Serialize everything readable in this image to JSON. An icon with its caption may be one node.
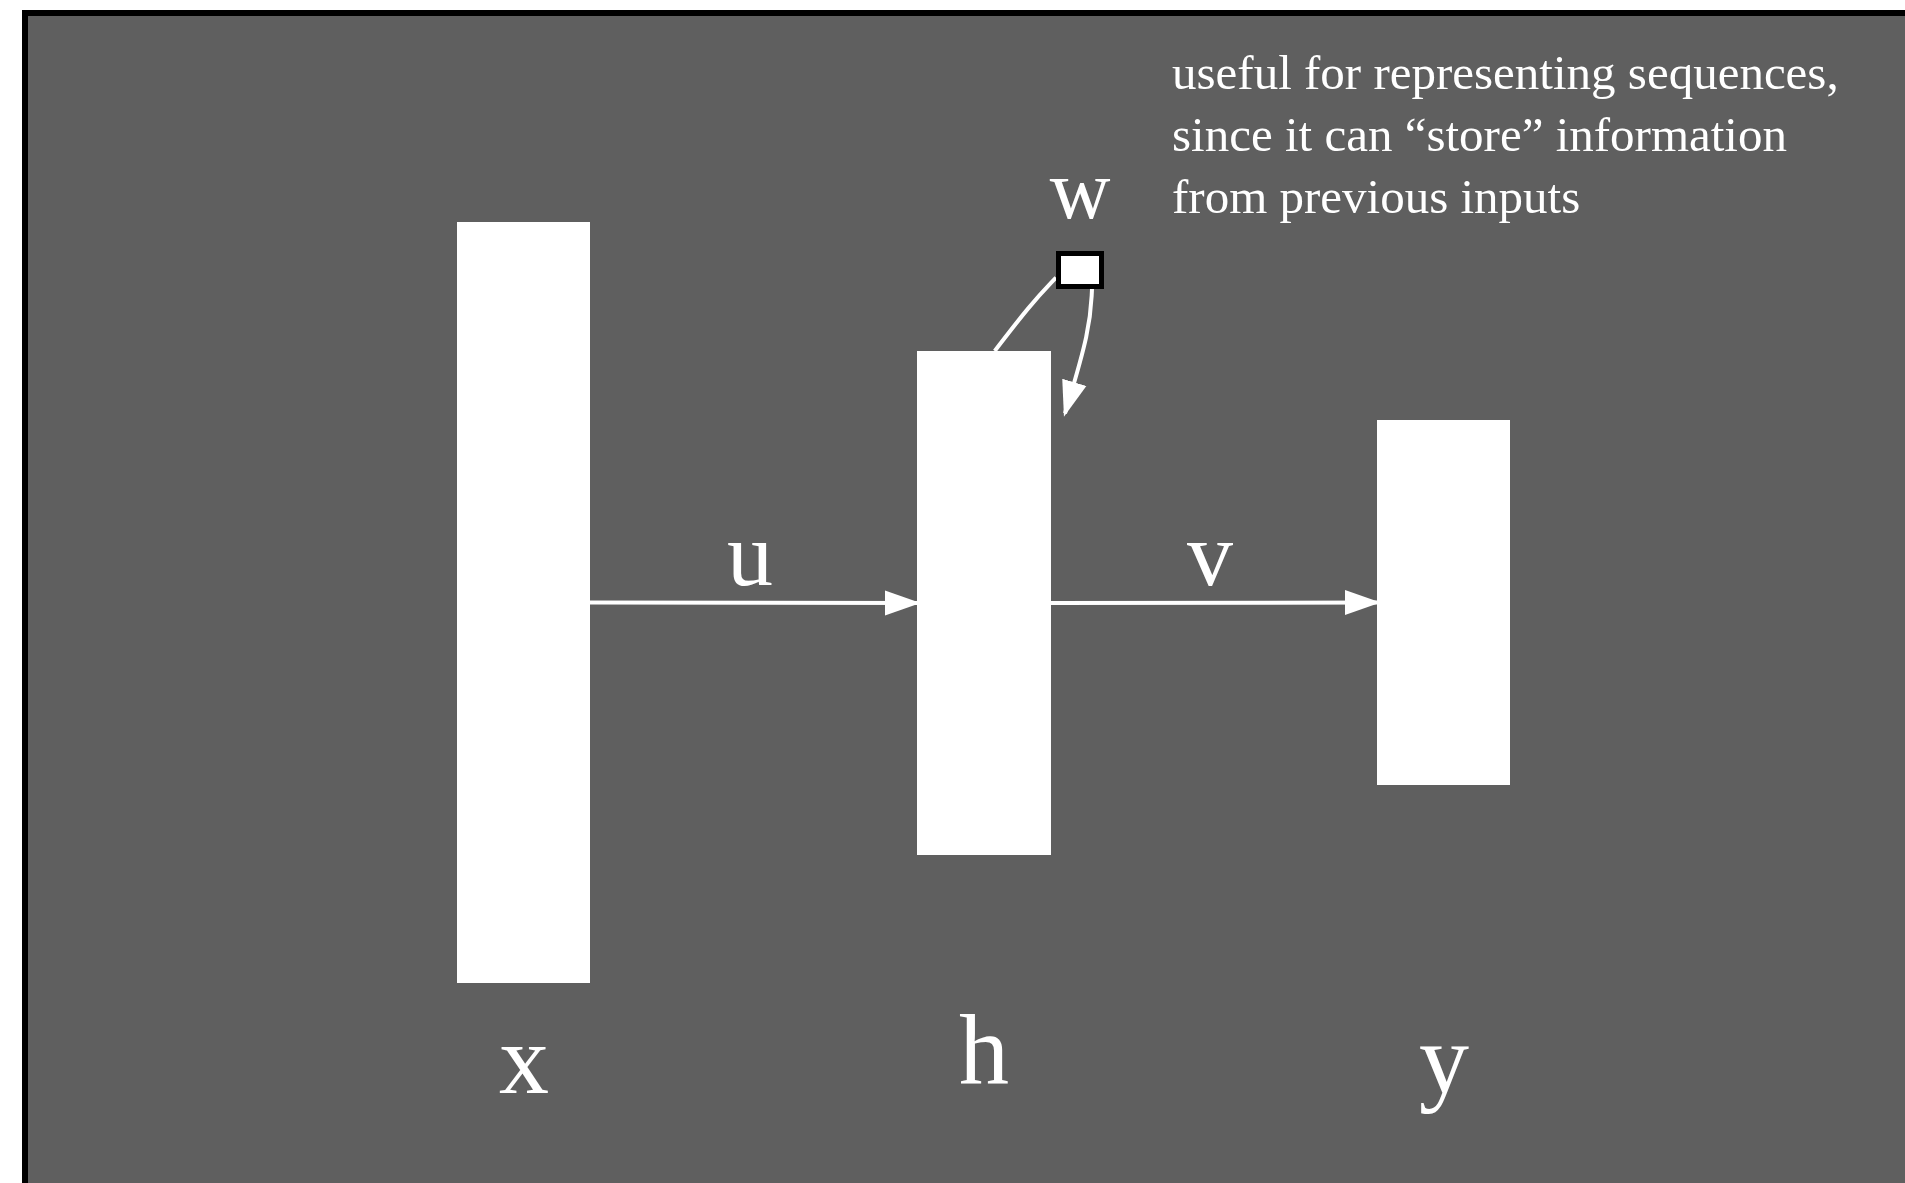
{
  "diagram": {
    "nodes": [
      {
        "text": [
          "x"
        ]
      },
      {
        "text": [
          "h"
        ]
      },
      {
        "text": [
          "y"
        ]
      },
      {
        "text": [
          "w"
        ]
      }
    ],
    "edges": [
      {
        "from": 0,
        "to": 1,
        "arrow": "to",
        "label": "u"
      },
      {
        "from": 1,
        "to": 2,
        "arrow": "to",
        "label": "v"
      },
      {
        "from": 1,
        "to": 3,
        "arrow": "none"
      },
      {
        "from": 3,
        "to": 1,
        "arrow": "to"
      }
    ],
    "labels": [
      "useful for representing sequences, since it can “store” information from previous inputs"
    ]
  }
}
